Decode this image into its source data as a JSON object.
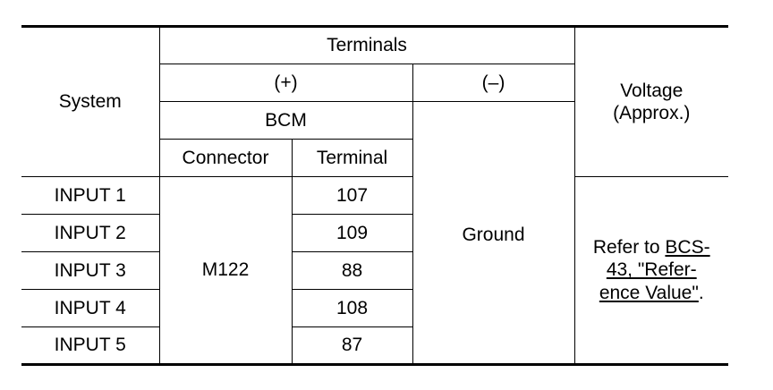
{
  "table": {
    "header": {
      "system": "System",
      "terminals": "Terminals",
      "plus": "(+)",
      "minus": "(–)",
      "bcm": "BCM",
      "connector": "Connector",
      "terminal": "Terminal",
      "voltage_line1": "Voltage",
      "voltage_line2": "(Approx.)"
    },
    "rows": [
      {
        "system": "INPUT 1",
        "terminal": "107"
      },
      {
        "system": "INPUT 2",
        "terminal": "109"
      },
      {
        "system": "INPUT 3",
        "terminal": "88"
      },
      {
        "system": "INPUT 4",
        "terminal": "108"
      },
      {
        "system": "INPUT 5",
        "terminal": "87"
      }
    ],
    "connector": "M122",
    "ground": "Ground",
    "voltage_note": {
      "prefix": "Refer to ",
      "link_line1": "BCS-",
      "link_line2": "43, \"Refer-",
      "link_line3": "ence Value\"",
      "suffix": "."
    }
  }
}
